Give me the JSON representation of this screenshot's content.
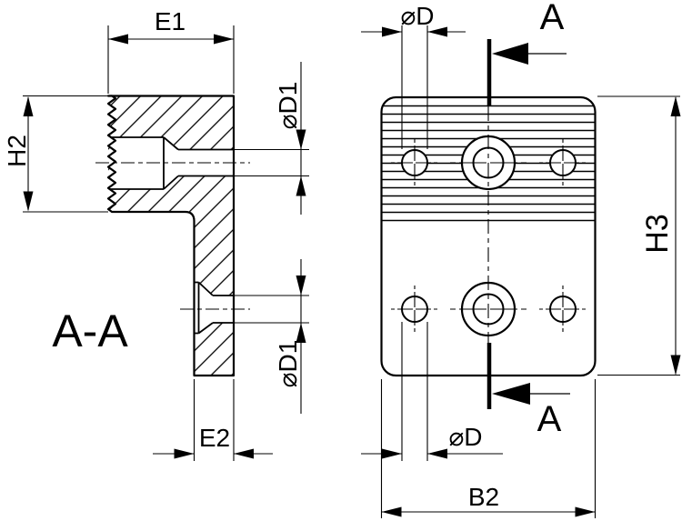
{
  "drawing": {
    "section_view": {
      "title": "A-A",
      "dim_e1": "E1",
      "dim_h2": "H2",
      "dim_d1_upper": "⌀D1",
      "dim_d1_lower": "⌀D1",
      "dim_e2": "E2"
    },
    "front_view": {
      "dim_d_top": "⌀D",
      "dim_d_bottom": "⌀D",
      "dim_h3": "H3",
      "dim_b2": "B2",
      "cutting_plane_top": "A",
      "cutting_plane_bottom": "A"
    },
    "colors": {
      "line": "#000000",
      "background": "#ffffff"
    }
  }
}
